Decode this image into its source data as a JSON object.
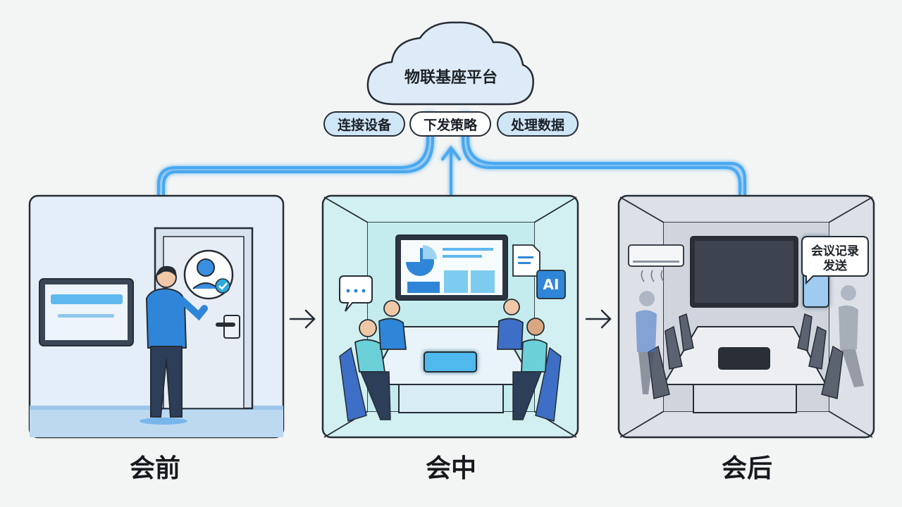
{
  "platform": {
    "title": "物联基座平台"
  },
  "actions": [
    {
      "label": "连接设备",
      "color": "#cfe6f6"
    },
    {
      "label": "下发策略",
      "color": "#ffffff"
    },
    {
      "label": "处理数据",
      "color": "#cfe6f6"
    }
  ],
  "stages": [
    {
      "label": "会前"
    },
    {
      "label": "会中"
    },
    {
      "label": "会后"
    }
  ],
  "meeting_screen": {
    "ai_chip": "AI"
  },
  "after_meeting": {
    "callout": [
      "会议记录",
      "发送"
    ]
  },
  "colors": {
    "link_glow": "#4aa8f0",
    "panel_before": "#dce9f6",
    "panel_during": "#c9eef0",
    "panel_after": "#d3d7de"
  }
}
